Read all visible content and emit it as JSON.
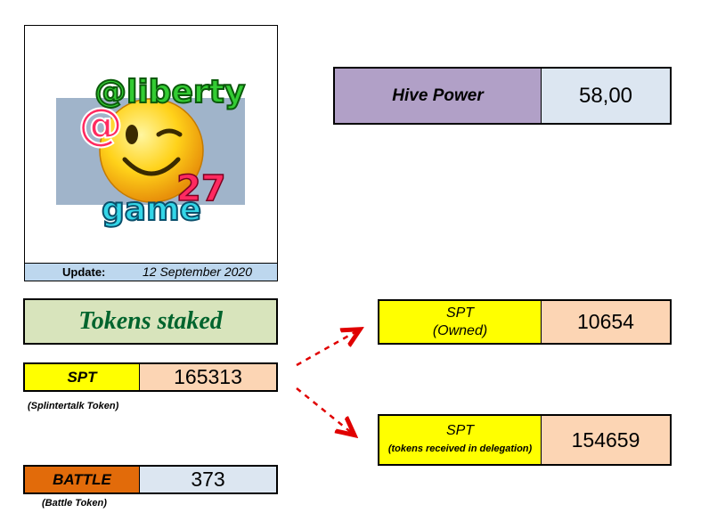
{
  "logo": {
    "text_top": "@liberty",
    "text_number": "27",
    "text_bottom": "game"
  },
  "update": {
    "label": "Update:",
    "date": "12 September 2020"
  },
  "hive_power": {
    "label": "Hive Power",
    "value": "58,00"
  },
  "staked": {
    "title": "Tokens staked"
  },
  "spt": {
    "label": "SPT",
    "value": "165313",
    "caption": "(Splintertalk Token)"
  },
  "battle": {
    "label": "BATTLE",
    "value": "373",
    "caption": "(Battle Token)"
  },
  "owned": {
    "label": "SPT",
    "sub": "(Owned)",
    "value": "10654"
  },
  "delegation": {
    "label": "SPT",
    "sub": "(tokens received in delegation)",
    "value": "154659"
  },
  "colors": {
    "hive_label": "#b1a0c7",
    "value_blue": "#dce6f1",
    "value_peach": "#fcd5b4",
    "spt_yellow": "#ffff00",
    "battle_orange": "#e26b0a",
    "staked_green": "#d8e4bc",
    "staked_text": "#00642d",
    "arrow_red": "#e00000"
  }
}
